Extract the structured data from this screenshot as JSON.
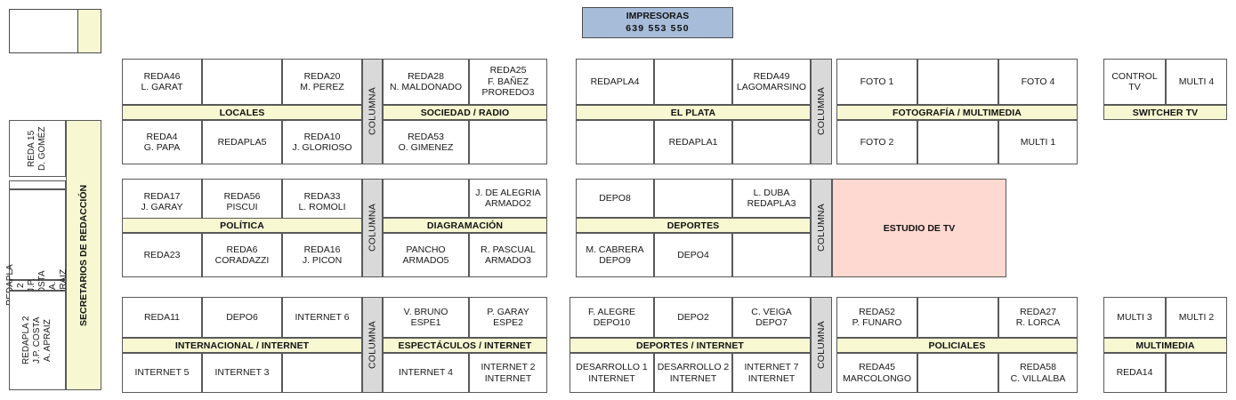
{
  "printers": {
    "title": "IMPRESORAS",
    "numbers": "639  553  550"
  },
  "sidebar": {
    "label": "SECRETARIOS DE REDACCIÓN",
    "cells": [
      {
        "text": "REDA 15\nD. GOMÉZ"
      },
      {
        "text": ""
      },
      {
        "text": ""
      },
      {
        "text": "REDAPLA 2\nJ.P. COSTA\nA. APRAIZ"
      }
    ]
  },
  "column_strip_label": "COLUMNA",
  "blocks": [
    {
      "id": "locales",
      "band": "LOCALES",
      "top": [
        "REDA46\nL. GARAT",
        "",
        "REDA20\nM. PEREZ"
      ],
      "bottom": [
        "REDA4\nG. PAPA",
        "REDAPLA5",
        "REDA10\nJ. GLORIOSO"
      ]
    },
    {
      "id": "sociedad-radio",
      "band": "SOCIEDAD / RADIO",
      "top": [
        "REDA28\nN. MALDONADO",
        "REDA25\nF. BAÑEZ\nPROREDO3"
      ],
      "bottom": [
        "REDA53\nO. GIMENEZ",
        ""
      ]
    },
    {
      "id": "el-plata",
      "band": "EL PLATA",
      "top": [
        "REDAPLA4",
        "",
        "REDA49\nLAGOMARSINO"
      ],
      "bottom": [
        "",
        "REDAPLA1",
        ""
      ]
    },
    {
      "id": "fotografia-multimedia",
      "band": "FOTOGRAFÍA / MULTIMEDIA",
      "top": [
        "FOTO 1",
        "",
        "FOTO 4"
      ],
      "bottom": [
        "FOTO 2",
        "",
        "MULTI 1"
      ]
    },
    {
      "id": "switcher-tv",
      "band": "SWITCHER TV",
      "top": [
        "CONTROL TV",
        "MULTI 4"
      ],
      "bottom": []
    },
    {
      "id": "politica",
      "band": "POLÍTICA",
      "top": [
        "REDA17\nJ. GARAY",
        "REDA56\nPISCUI",
        "REDA33\nL. ROMOLI"
      ],
      "bottom": [
        "REDA23",
        "REDA6\nCORADAZZI",
        "REDA16\nJ. PICON"
      ]
    },
    {
      "id": "diagramacion",
      "band": "DIAGRAMACIÓN",
      "top": [
        "",
        "J. DE ALEGRIA\nARMADO2"
      ],
      "bottom": [
        "PANCHO\nARMADO5",
        "R. PASCUAL\nARMADO3"
      ]
    },
    {
      "id": "deportes",
      "band": "DEPORTES",
      "top": [
        "DEPO8",
        "",
        "L. DUBA\nREDAPLA3"
      ],
      "bottom": [
        "M. CABRERA\nDEPO9",
        "DEPO4",
        ""
      ]
    },
    {
      "id": "estudio-de-tv",
      "band": "ESTUDIO DE TV",
      "top": [],
      "bottom": []
    },
    {
      "id": "internacional-internet",
      "band": "INTERNACIONAL / INTERNET",
      "top": [
        "REDA11",
        "DEPO6",
        "INTERNET 6"
      ],
      "bottom": [
        "INTERNET 5",
        "INTERNET 3",
        ""
      ]
    },
    {
      "id": "espectaculos-internet",
      "band": "ESPECTÁCULOS / INTERNET",
      "top": [
        "V. BRUNO\nESPE1",
        "P. GARAY\nESPE2"
      ],
      "bottom": [
        "INTERNET 4",
        "INTERNET 2\nINTERNET"
      ]
    },
    {
      "id": "deportes-internet",
      "band": "DEPORTES / INTERNET",
      "top": [
        "F. ALEGRE\nDEPO10",
        "DEPO2",
        "C. VEIGA\nDEPO7"
      ],
      "bottom": [
        "DESARROLLO 1\nINTERNET",
        "DESARROLLO 2\nINTERNET",
        "INTERNET 7\nINTERNET"
      ]
    },
    {
      "id": "policiales",
      "band": "POLICIALES",
      "top": [
        "REDA52\nP. FUNARO",
        "",
        "REDA27\nR. LORCA"
      ],
      "bottom": [
        "REDA45\nMARCOLONGO",
        "",
        "REDA58\nC. VILLALBA"
      ]
    },
    {
      "id": "multimedia",
      "band": "MULTIMEDIA",
      "top": [
        "MULTI 3",
        "MULTI 2"
      ],
      "bottom": [
        "REDA14",
        ""
      ]
    }
  ],
  "colors": {
    "band": "#f7f7d2",
    "column": "#d9d9d9",
    "studio": "#fdd9d1",
    "printers": "#a7bcd9",
    "border": "#595959"
  }
}
